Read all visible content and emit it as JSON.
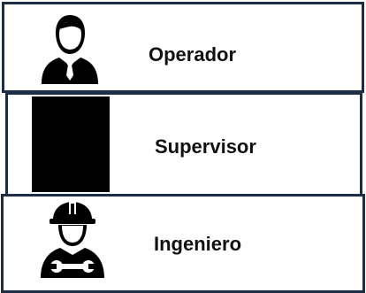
{
  "roles": [
    {
      "label": "Operador",
      "icon": "person-with-tie-icon"
    },
    {
      "label": "Supervisor",
      "icon": "redacted-image"
    },
    {
      "label": "Ingeniero",
      "icon": "hardhat-wrench-worker-icon"
    }
  ],
  "colors": {
    "border": "#1d2d44",
    "text": "#111111",
    "icon": "#000000",
    "background": "#ffffff"
  }
}
